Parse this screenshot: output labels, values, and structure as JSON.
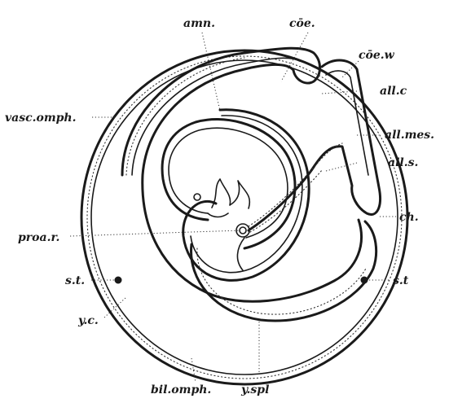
{
  "figure": {
    "labels": {
      "amn": "amn.",
      "coe": "cōe.",
      "coe_w": "cōe.w",
      "all_c": "all.c",
      "vasc_omph": "vasc.omph.",
      "all_mes": "all.mes.",
      "all_s": "all.s.",
      "ch": "ch.",
      "proa_r": "proa.r.",
      "st_left": "s.t.",
      "st_right": "s.t",
      "y_c": "y.c.",
      "bil_omph": "bil.omph.",
      "y_spl": "y.spl"
    }
  }
}
